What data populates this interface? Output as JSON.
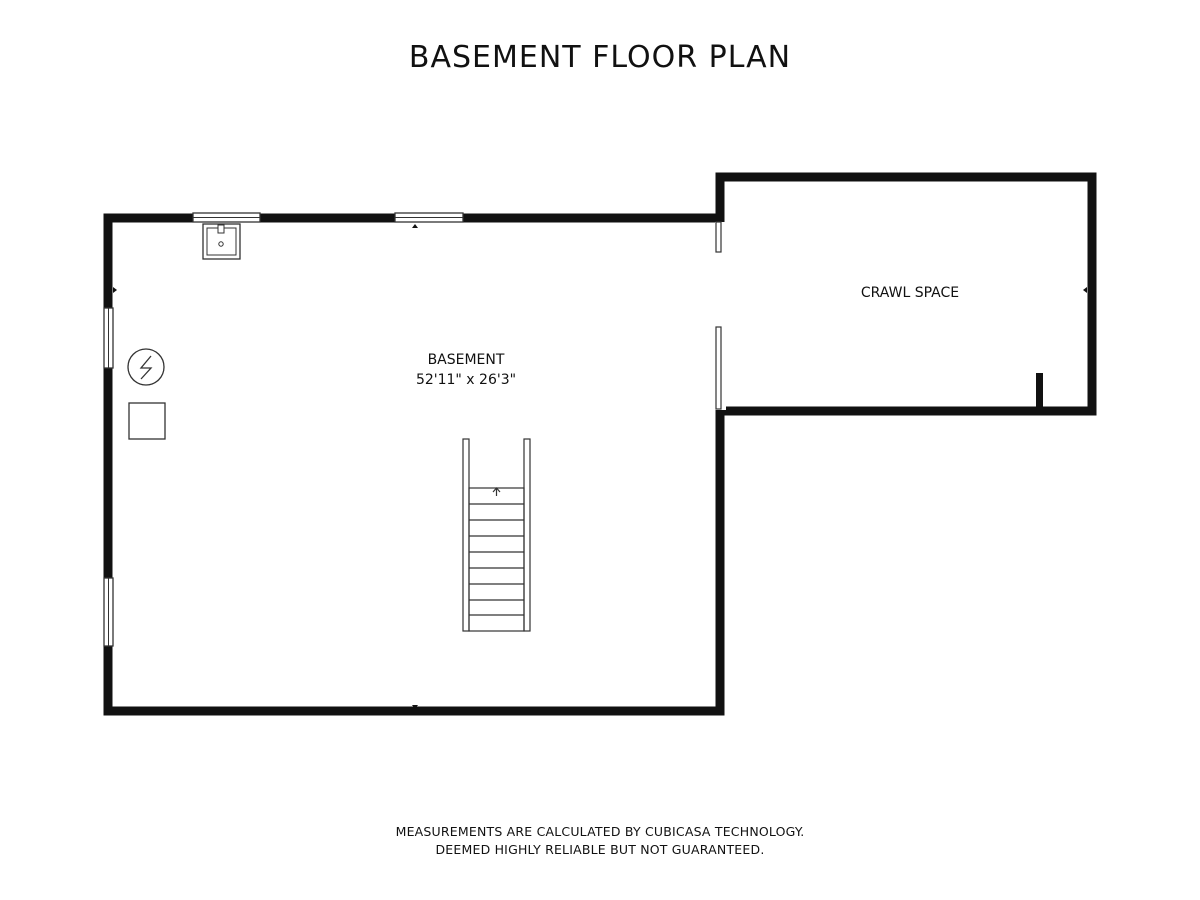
{
  "title": "BASEMENT FLOOR PLAN",
  "rooms": [
    {
      "name": "BASEMENT",
      "dimensions": "52'11\" x 26'3\""
    },
    {
      "name": "CRAWL SPACE",
      "dimensions": ""
    }
  ],
  "disclaimer": [
    "MEASUREMENTS ARE CALCULATED BY CUBICASA TECHNOLOGY.",
    "DEEMED HIGHLY RELIABLE BUT NOT GUARANTEED."
  ],
  "colors": {
    "wall": "#111111",
    "background": "#ffffff",
    "fixture": "#333333"
  },
  "icons": [
    "water-heater-icon",
    "furnace-icon",
    "sink-icon",
    "stairs-icon"
  ]
}
